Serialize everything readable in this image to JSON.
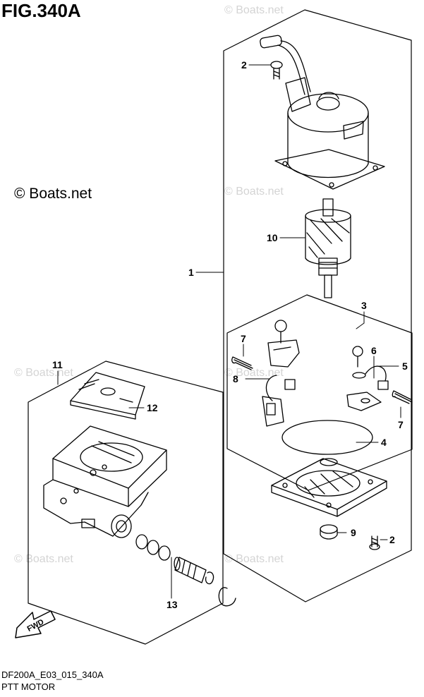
{
  "figure": {
    "title": "FIG.340A",
    "copyright": "© Boats.net",
    "watermark": "© Boats.net",
    "code": "DF200A_E03_015_340A",
    "name": "PTT MOTOR"
  },
  "callouts": [
    "1",
    "2",
    "2",
    "3",
    "4",
    "5",
    "6",
    "7",
    "7",
    "8",
    "9",
    "10",
    "11",
    "12",
    "13"
  ],
  "fwd_arrow_label": "FWD"
}
